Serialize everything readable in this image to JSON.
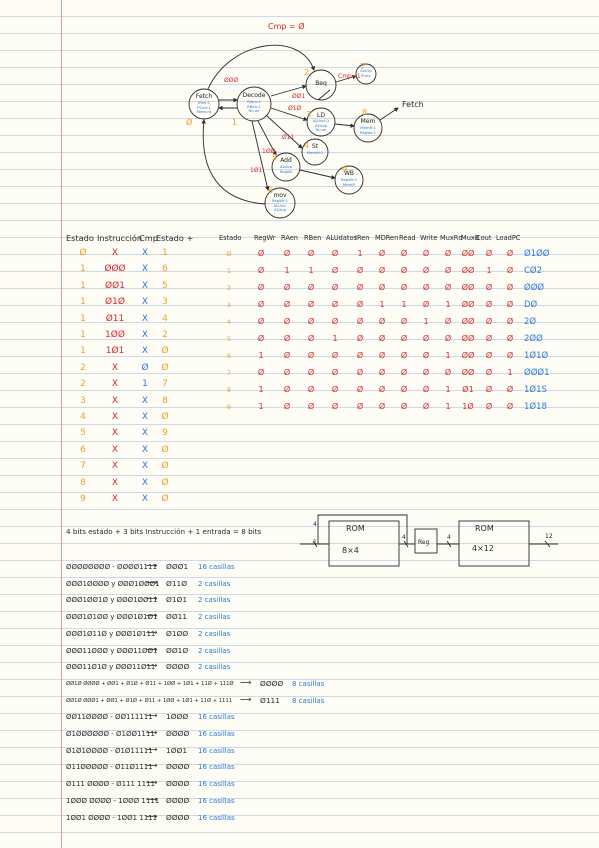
{
  "diagram": {
    "nodes": [
      {
        "id": "fetch",
        "label": "Fetch",
        "sub": "IRen:1\nPCen:1\nMem:rd"
      },
      {
        "id": "decode",
        "label": "Decode",
        "sub": "RAen:1\nRBen:1\nRn:wr"
      },
      {
        "id": "beq",
        "label": "Beq"
      },
      {
        "id": "beq2",
        "label": "",
        "sub": "AluOp\nPcsrc"
      },
      {
        "id": "ld",
        "label": "LD",
        "sub": "ALUsrc:1\nALUop\nRn:wr"
      },
      {
        "id": "mem",
        "label": "Mem",
        "sub": "MemR:1\nRegWr:1"
      },
      {
        "id": "st",
        "label": "St",
        "sub": "MemW:1"
      },
      {
        "id": "add",
        "label": "Add",
        "sub": "ALUop\nRegWr"
      },
      {
        "id": "wb",
        "label": "WB",
        "sub": "RegWr:1\nMemR"
      },
      {
        "id": "mov",
        "label": "mov",
        "sub": "RegWr:1\nALUsrc\nALUop"
      }
    ],
    "labels": {
      "cmp": "Cmp = Ø",
      "cmp1": "Cmp=1",
      "fetch_out": "Fetch",
      "num_0": "Ø",
      "num_1": "1",
      "num_2": "2",
      "num_3": "3",
      "num_4": "4",
      "num_5": "5",
      "num_6": "6",
      "num_7": "7",
      "num_8": "8",
      "num_9": "9",
      "e_000": "ØØØ",
      "e_001": "ØØ1",
      "e_010": "Ø1Ø",
      "e_011": "Ø11",
      "e_100": "1ØØ",
      "e_101": "1Ø1"
    }
  },
  "next_state_table": {
    "headers": [
      "Estado",
      "Instrucción",
      "Cmp",
      "Estado +"
    ],
    "rows": [
      [
        "Ø",
        "X",
        "X",
        "1"
      ],
      [
        "1",
        "ØØØ",
        "X",
        "6"
      ],
      [
        "1",
        "ØØ1",
        "X",
        "5"
      ],
      [
        "1",
        "Ø1Ø",
        "X",
        "3"
      ],
      [
        "1",
        "Ø11",
        "X",
        "4"
      ],
      [
        "1",
        "1ØØ",
        "X",
        "2"
      ],
      [
        "1",
        "1Ø1",
        "X",
        "Ø"
      ],
      [
        "2",
        "X",
        "Ø",
        "Ø"
      ],
      [
        "2",
        "X",
        "1",
        "7"
      ],
      [
        "3",
        "X",
        "X",
        "8"
      ],
      [
        "4",
        "X",
        "X",
        "Ø"
      ],
      [
        "5",
        "X",
        "X",
        "9"
      ],
      [
        "6",
        "X",
        "X",
        "Ø"
      ],
      [
        "7",
        "X",
        "X",
        "Ø"
      ],
      [
        "8",
        "X",
        "X",
        "Ø"
      ],
      [
        "9",
        "X",
        "X",
        "Ø"
      ]
    ]
  },
  "output_table": {
    "headers": [
      "Estado",
      "RegWr",
      "RAen",
      "RBen",
      "ALUdatos",
      "IRen",
      "MDRen",
      "Read",
      "Write",
      "MuxRd",
      "MuxB",
      "Cout",
      "LoadPC"
    ],
    "rows": [
      {
        "estado": "Ø",
        "vals": [
          "Ø",
          "Ø",
          "Ø",
          "Ø",
          "1",
          "Ø",
          "Ø",
          "Ø",
          "Ø",
          "ØØ",
          "Ø",
          "Ø"
        ],
        "code": "Ø1ØØ"
      },
      {
        "estado": "1",
        "vals": [
          "Ø",
          "1",
          "1",
          "Ø",
          "Ø",
          "Ø",
          "Ø",
          "Ø",
          "Ø",
          "ØØ",
          "1",
          "Ø"
        ],
        "code": "CØ2"
      },
      {
        "estado": "2",
        "vals": [
          "Ø",
          "Ø",
          "Ø",
          "Ø",
          "Ø",
          "Ø",
          "Ø",
          "Ø",
          "Ø",
          "ØØ",
          "Ø",
          "Ø"
        ],
        "code": "ØØØ"
      },
      {
        "estado": "3",
        "vals": [
          "Ø",
          "Ø",
          "Ø",
          "Ø",
          "Ø",
          "1",
          "1",
          "Ø",
          "1",
          "ØØ",
          "Ø",
          "Ø"
        ],
        "code": "DØ"
      },
      {
        "estado": "4",
        "vals": [
          "Ø",
          "Ø",
          "Ø",
          "Ø",
          "Ø",
          "Ø",
          "Ø",
          "1",
          "Ø",
          "ØØ",
          "Ø",
          "Ø"
        ],
        "code": "2Ø"
      },
      {
        "estado": "5",
        "vals": [
          "Ø",
          "Ø",
          "Ø",
          "1",
          "Ø",
          "Ø",
          "Ø",
          "Ø",
          "Ø",
          "ØØ",
          "Ø",
          "Ø"
        ],
        "code": "2ØØ"
      },
      {
        "estado": "6",
        "vals": [
          "1",
          "Ø",
          "Ø",
          "Ø",
          "Ø",
          "Ø",
          "Ø",
          "Ø",
          "1",
          "ØØ",
          "Ø",
          "Ø"
        ],
        "code": "1Ø1Ø"
      },
      {
        "estado": "7",
        "vals": [
          "Ø",
          "Ø",
          "Ø",
          "Ø",
          "Ø",
          "Ø",
          "Ø",
          "Ø",
          "Ø",
          "ØØ",
          "Ø",
          "1"
        ],
        "code": "ØØØ1"
      },
      {
        "estado": "8",
        "vals": [
          "1",
          "Ø",
          "Ø",
          "Ø",
          "Ø",
          "Ø",
          "Ø",
          "Ø",
          "1",
          "Ø1",
          "Ø",
          "Ø"
        ],
        "code": "1Ø1S"
      },
      {
        "estado": "9",
        "vals": [
          "1",
          "Ø",
          "Ø",
          "Ø",
          "Ø",
          "Ø",
          "Ø",
          "Ø",
          "1",
          "1Ø",
          "Ø",
          "Ø"
        ],
        "code": "1Ø18"
      }
    ]
  },
  "rom_note": "4 bits estado + 3 bits Instrucción + 1 entrada = 8 bits",
  "rom_diagram": {
    "rom1_title": "ROM",
    "rom1_size": "8×4",
    "rom2_title": "ROM",
    "rom2_size": "4×12",
    "reg_label": "Reg",
    "bus_in": "4",
    "bus_mid1": "4",
    "bus_mid2": "4",
    "bus_out": "12",
    "in_bit": "1"
  },
  "mapping_list": [
    {
      "inputs": "ØØØØØØØØ - ØØØØ1111",
      "output": "ØØØ1",
      "cells": "16 casillas"
    },
    {
      "inputs": "ØØØ1ØØØØ y ØØØ1ØØØ1",
      "output": "Ø11Ø",
      "cells": "2 casillas"
    },
    {
      "inputs": "ØØØ1ØØ1Ø y ØØØ1ØØ11",
      "output": "Ø1Ø1",
      "cells": "2 casillas"
    },
    {
      "inputs": "ØØØ1Ø1ØØ y ØØØ1Ø1Ø1",
      "output": "ØØ11",
      "cells": "2 casillas"
    },
    {
      "inputs": "ØØØ1Ø11Ø y ØØØ1Ø111",
      "output": "Ø1ØØ",
      "cells": "2 casillas"
    },
    {
      "inputs": "ØØØ11ØØØ y ØØØ11ØØ1",
      "output": "ØØ1Ø",
      "cells": "2 casillas"
    },
    {
      "inputs": "ØØØ11Ø1Ø y ØØØ11Ø11",
      "output": "ØØØØ",
      "cells": "2 casillas"
    },
    {
      "inputs": "ØØ1Ø ØØØØ + ØØ1 + Ø1Ø + Ø11 + 1ØØ + 1Ø1 + 11Ø + 111Ø",
      "output": "ØØØØ",
      "cells": "8 casillas"
    },
    {
      "inputs": "ØØ1Ø ØØØ1 + ØØ1 + Ø1Ø + Ø11 + 1ØØ + 1Ø1 + 11Ø + 1111",
      "output": "Ø111",
      "cells": "8 casillas"
    },
    {
      "inputs": "ØØ11ØØØØ - ØØ111111",
      "output": "1ØØØ",
      "cells": "16 casillas"
    },
    {
      "inputs": "Ø1ØØØØØØ - Ø1ØØ1111",
      "output": "ØØØØ",
      "cells": "16 casillas"
    },
    {
      "inputs": "Ø1Ø1ØØØØ - Ø1Ø11111",
      "output": "1ØØ1",
      "cells": "16 casillas"
    },
    {
      "inputs": "Ø11ØØØØØ - Ø11Ø1111",
      "output": "ØØØØ",
      "cells": "16 casillas"
    },
    {
      "inputs": "Ø111 ØØØØ - Ø111 1111",
      "output": "ØØØØ",
      "cells": "16 casillas"
    },
    {
      "inputs": "1ØØØ ØØØØ - 1ØØØ 1111",
      "output": "ØØØØ",
      "cells": "16 casillas"
    },
    {
      "inputs": "1ØØ1 ØØØØ - 1ØØ1 1111",
      "output": "ØØØØ",
      "cells": "16 casillas"
    }
  ],
  "colors": {
    "ink": "#2b2b2b",
    "red": "#d42a2a",
    "orange": "#f0a02c",
    "blue": "#2f7ad8"
  }
}
